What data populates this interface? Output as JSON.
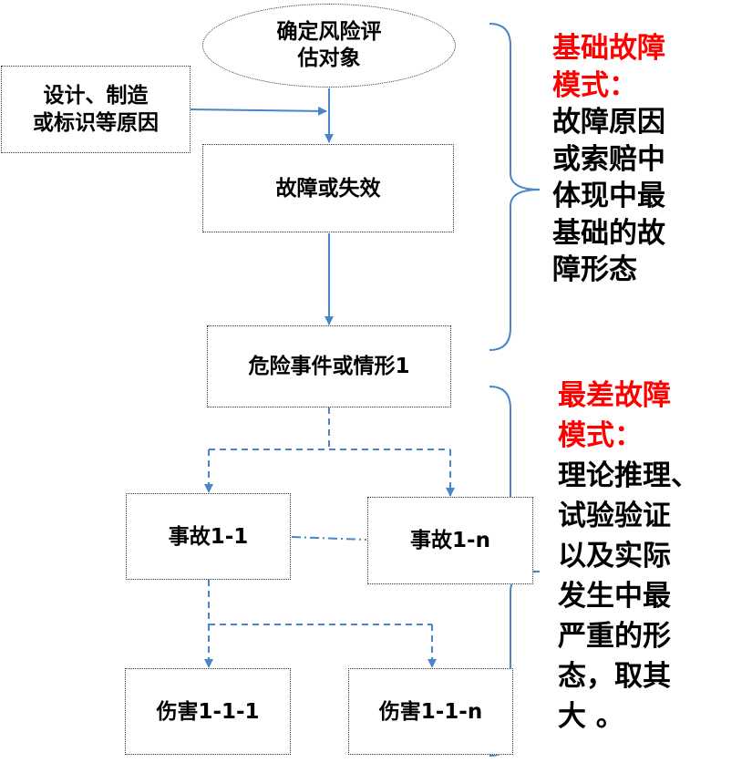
{
  "colors": {
    "connector": "#4a86c8",
    "emphasis": "#ff0000"
  },
  "nodes": {
    "start": [
      "确定风险评",
      "估对象"
    ],
    "cause": [
      "设计、制造",
      "或标识等原因"
    ],
    "failure": [
      "故障或失效"
    ],
    "hazard": [
      "危险事件或情形1"
    ],
    "accident_1": [
      "事故1-1"
    ],
    "accident_n": [
      "事故1-n"
    ],
    "harm_1": [
      "伤害1-1-1"
    ],
    "harm_n": [
      "伤害1-1-n"
    ]
  },
  "notes": {
    "basic": {
      "title": [
        "基础故障",
        "模式："
      ],
      "body": [
        "故障原因",
        "或索赔中",
        "体现中最",
        "基础的故",
        "障形态"
      ]
    },
    "worst": {
      "title": [
        "最差故障",
        "模式："
      ],
      "body": [
        "理论推理、",
        "试验验证",
        "以及实际",
        "发生中最",
        "严重的形",
        "态，取其",
        "大 。"
      ]
    }
  }
}
